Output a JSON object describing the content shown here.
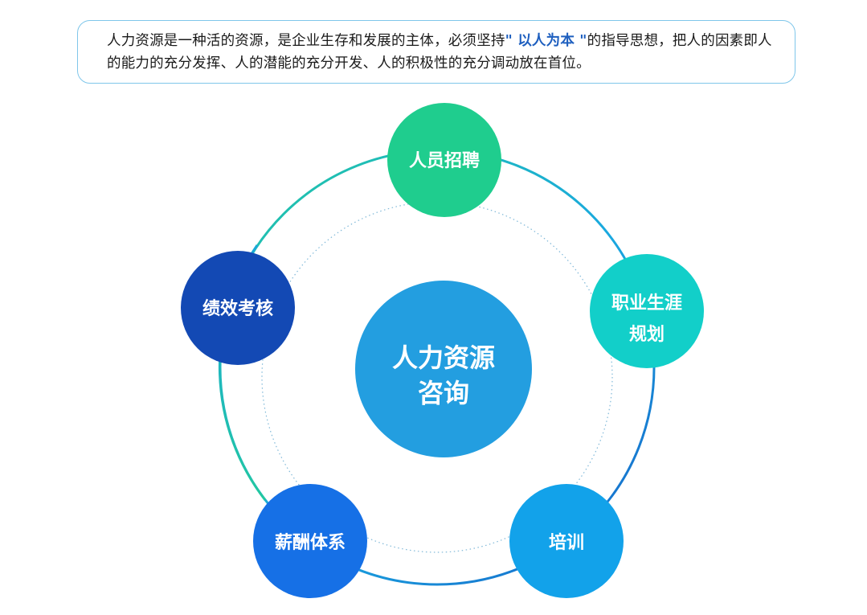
{
  "intro": {
    "text_before": "人力资源是一种活的资源，是企业生存和发展的主体，必须坚持",
    "emphasis": "\" 以人为本 \"",
    "text_after": "的指导思想，把人的因素即人的能力的充分发挥、人的潜能的充分开发、人的积极性的充分调动放在首位。"
  },
  "center": {
    "line1": "人力资源",
    "line2": "咨询",
    "color": "#239ee0"
  },
  "nodes": {
    "recruitment": {
      "label": "人员招聘",
      "color": "#1fcd8e"
    },
    "career": {
      "line1": "职业生涯",
      "line2": "规划",
      "color": "#12cfc9"
    },
    "training": {
      "label": "培训",
      "color": "#12a2ea"
    },
    "compensation": {
      "label": "薪酬体系",
      "color": "#1670e6"
    },
    "performance": {
      "label": "绩效考核",
      "color": "#1349b4"
    }
  },
  "colors": {
    "ring_green": "#22c8a0",
    "ring_blue": "#1a7fd6",
    "border_box": "#7fc6ea",
    "emphasis": "#1e5fbf"
  }
}
